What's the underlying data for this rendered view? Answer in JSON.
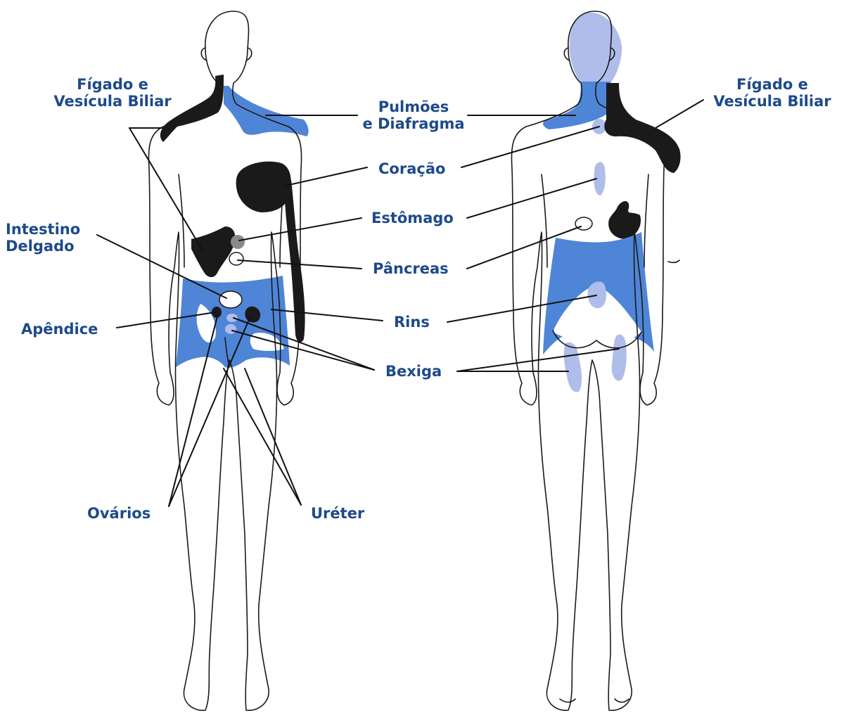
{
  "colors": {
    "label": "#1d4a8a",
    "region_blue": "#4f85d6",
    "region_light": "#aebde9",
    "region_black": "#1a1a1a",
    "region_gray": "#8a8a8a",
    "outline": "#1a1a1a"
  },
  "labels": {
    "figado_left": [
      "Fígado e",
      "Vesícula Biliar"
    ],
    "figado_right": [
      "Fígado e",
      "Vesícula Biliar"
    ],
    "pulmoes": [
      "Pulmões",
      "e Diafragma"
    ],
    "coracao": "Coração",
    "estomago": "Estômago",
    "intestino": [
      "Intestino",
      "Delgado"
    ],
    "pancreas": "Pâncreas",
    "rins": "Rins",
    "apendice": "Apêndice",
    "bexiga": "Bexiga",
    "ovarios": "Ovários",
    "ureter": "Uréter"
  }
}
